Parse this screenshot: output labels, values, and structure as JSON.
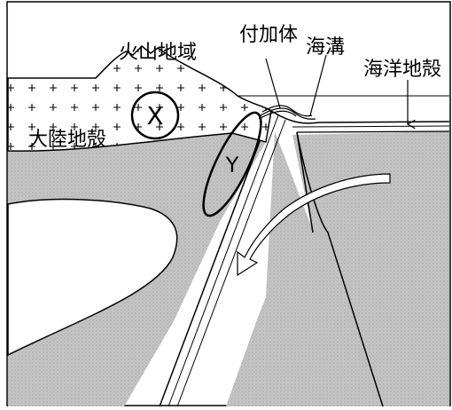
{
  "labels": {
    "volcanic_region": "火山地域",
    "accretionary_prism": "付加体",
    "trench": "海溝",
    "oceanic_crust": "海洋地殻",
    "continental_crust": "大陸地殻",
    "marker_x": "X",
    "marker_y": "Y"
  },
  "colors": {
    "mantle_fill": "#c8c8c8",
    "crust_fill": "#ffffff",
    "outline": "#000000",
    "arrow_fill": "#ffffff"
  }
}
